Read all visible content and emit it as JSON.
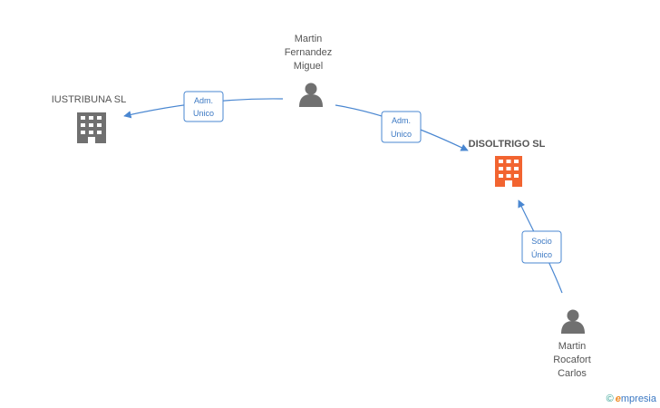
{
  "nodes": {
    "person_martin_fernandez": {
      "lines": [
        "Martin",
        "Fernandez",
        "Miguel"
      ],
      "icon": "person-icon",
      "color": "#707070"
    },
    "company_iustribuna": {
      "label": "IUSTRIBUNA SL",
      "icon": "building-icon",
      "color": "#707070"
    },
    "company_disoltrigo": {
      "label": "DISOLTRIGO SL",
      "icon": "building-icon",
      "color": "#f26430"
    },
    "person_martin_rocafort": {
      "lines": [
        "Martin",
        "Rocafort",
        "Carlos"
      ],
      "icon": "person-icon",
      "color": "#707070"
    }
  },
  "relations": {
    "rel1": {
      "lines": [
        "Adm.",
        "Unico"
      ]
    },
    "rel2": {
      "lines": [
        "Adm.",
        "Unico"
      ]
    },
    "rel3": {
      "lines": [
        "Socio",
        "Único"
      ]
    }
  },
  "colors": {
    "edge": "#4a87d1",
    "text": "#555555"
  },
  "footer": {
    "copyright": "©",
    "brand_e": "e",
    "brand_rest": "mpresia"
  }
}
